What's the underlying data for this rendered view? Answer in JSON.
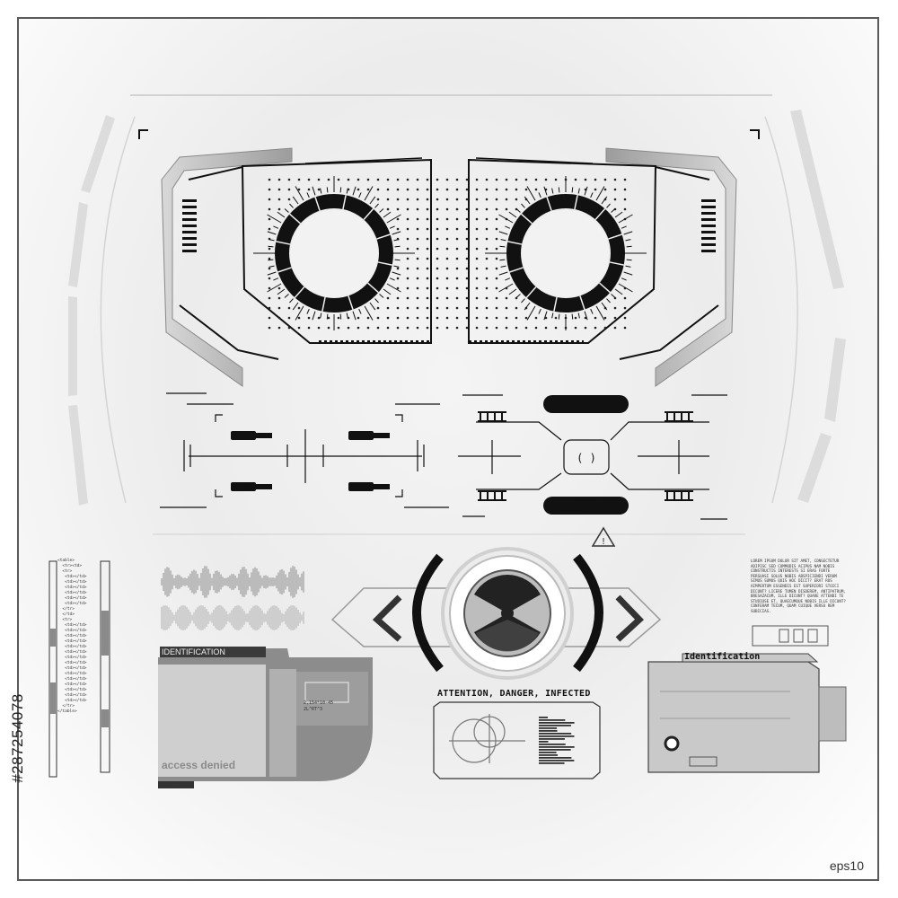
{
  "hud": {
    "id_left_title": "IDENTIFICATION",
    "access_text": "access denied",
    "attention_text": "ATTENTION, DANGER, INFECTED",
    "id_right_title": "Identification",
    "readout": "2,154*10-45\n2L^RT^3",
    "lorem": "LOREM IPSUM DOLOR SIT AMET, CONSECTETUR ADIPISC SED COMMODIS ACIPUS NAM NOBIS CONSTRUCTIS INTERESTS SI ERAS FORTE PERSUASI SOLUS NOBIS ABSPICIENDI VERUM SIMUS SUMUS QUIS HOC DICIT? ERAT ROS AIMPERTUM ESSENDIS EST SUPERIORI STOICI DICUNT? LICERE TUMEN DISDEREM, ANTIPATRUM, BRESAZACUM, ILLE DICUNT? QUARE ATTENDI TE STUDIOSE ET, QUAECUMQUE NOBIS ILLE DICUNT? CONFERAM TECUM, QUAM CUIQUE VERSO REM SUBICIAS.",
    "code_lines": [
      "<table>",
      "  <tr><td>",
      "  <tr>",
      "   <td></td>",
      "   <td></td>",
      "   <td></td>",
      "   <td></td>",
      "   <td></td>",
      "   <td></td>",
      "  </tr>",
      "  </td>",
      "  <tr>",
      "   <td></td>",
      "   <td></td>",
      "   <td></td>",
      "   <td></td>",
      "   <td></td>",
      "   <td></td>",
      "   <td></td>",
      "   <td></td>",
      "   <td></td>",
      "   <td></td>",
      "   <td></td>",
      "   <td></td>",
      "   <td></td>",
      "   <td></td>",
      "   <td></td>",
      "  </tr>",
      "</table>"
    ]
  },
  "stock_id": "#287254078",
  "eps_label": "eps10",
  "colors": {
    "dark": "#111111",
    "mid": "#9a9a9a",
    "light": "#cfcfcf",
    "bg": "#efefef"
  }
}
